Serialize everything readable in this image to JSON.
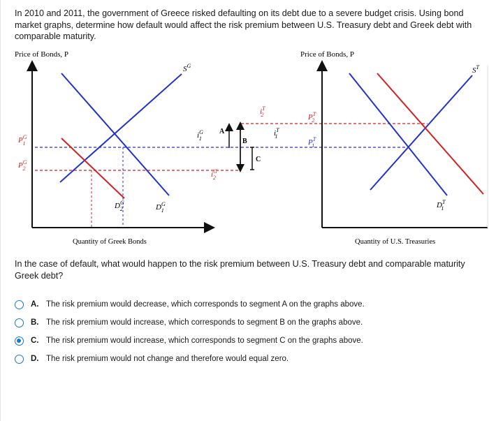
{
  "question": {
    "text": "In 2010 and 2011, the government of Greece risked defaulting on its debt due to a severe budget crisis. Using bond market graphs, determine how default would affect the risk premium between U.S. Treasury debt and Greek debt with comparable maturity."
  },
  "graphs": {
    "left": {
      "y_axis_label": "Price of Bonds, P",
      "x_axis_label": "Quantity of Greek Bonds",
      "supply_label": "S",
      "supply_sup": "G",
      "demand1_label": "D",
      "demand1_sup": "G",
      "demand1_sub": "1",
      "demand2_label": "D",
      "demand2_sup": "G",
      "demand2_sub": "2",
      "price1_label": "P",
      "price1_sup": "G",
      "price1_sub": "1",
      "price2_label": "P",
      "price2_sup": "G",
      "price2_sub": "2"
    },
    "middle": {
      "i1G_label": "i",
      "i1G_sup": "G",
      "i1G_sub": "1",
      "i2G_label": "i",
      "i2G_sup": "G",
      "i2G_sub": "2",
      "i1T_label": "i",
      "i1T_sup": "T",
      "i1T_sub": "1",
      "i2T_label": "i",
      "i2T_sup": "T",
      "i2T_sub": "2",
      "segment_a": "A",
      "segment_b": "B",
      "segment_c": "C"
    },
    "right": {
      "y_axis_label": "Price of Bonds, P",
      "x_axis_label": "Quantity of U.S. Treasuries",
      "supply_label": "S",
      "supply_sup": "T",
      "demand1_label": "D",
      "demand1_sup": "T",
      "demand1_sub": "1",
      "price1_label": "P",
      "price1_sup": "T",
      "price1_sub": "1",
      "price2_label": "P",
      "price2_sup": "T",
      "price2_sub": "2"
    },
    "colors": {
      "blue": "#2233cc",
      "red": "#d42020",
      "axis": "#111111"
    }
  },
  "sub_question": {
    "text": "In the case of default, what would happen to the risk premium between U.S. Treasury debt and comparable maturity Greek debt?"
  },
  "options": [
    {
      "letter": "A.",
      "text": "The risk premium would decrease, which corresponds to segment A on the graphs above.",
      "selected": false
    },
    {
      "letter": "B.",
      "text": "The risk premium would increase, which corresponds to segment B on the graphs above.",
      "selected": false
    },
    {
      "letter": "C.",
      "text": "The risk premium would increase, which corresponds to segment C on the graphs above.",
      "selected": true
    },
    {
      "letter": "D.",
      "text": "The risk premium would not change and therefore would equal zero.",
      "selected": false
    }
  ],
  "accent_color": "#1979c3"
}
